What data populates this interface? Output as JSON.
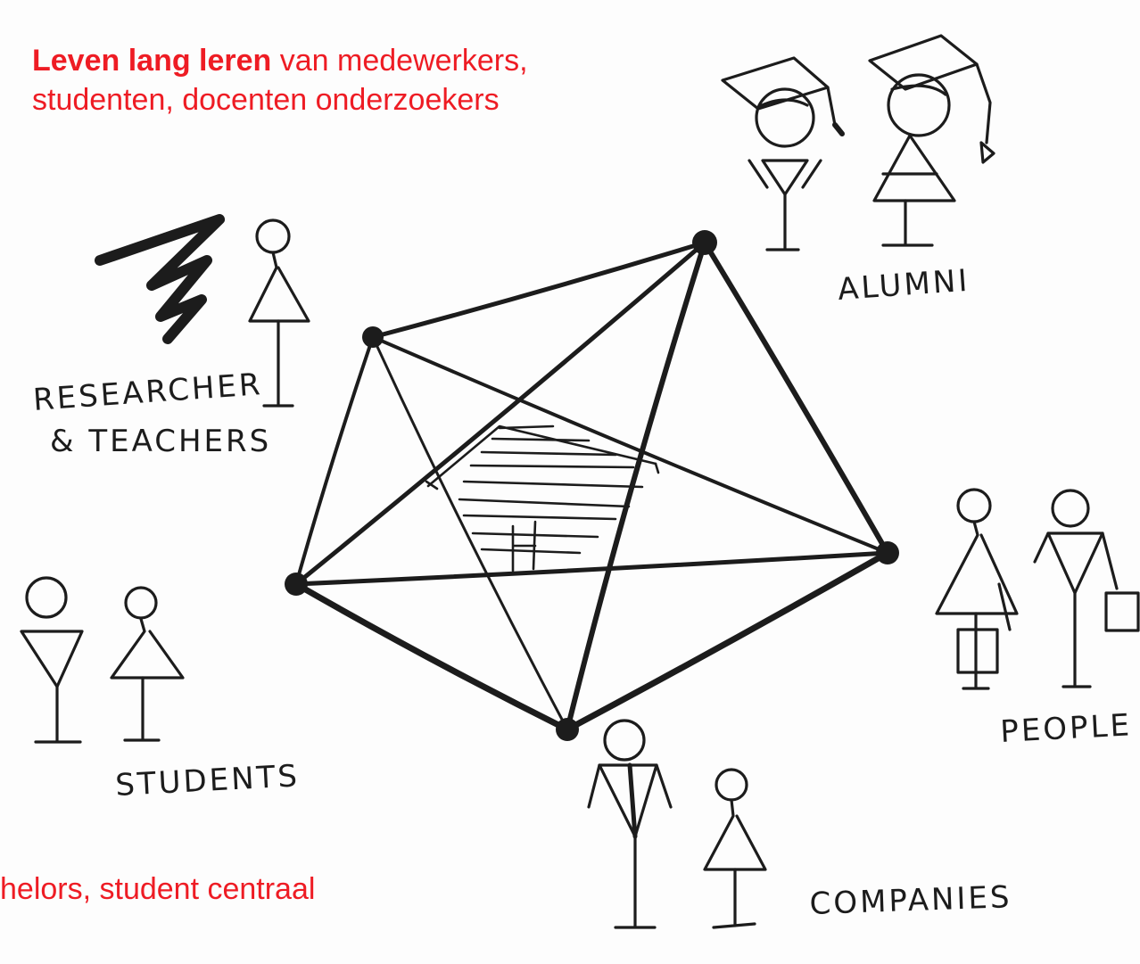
{
  "top_note": {
    "bold": "Leven lang leren",
    "line1_rest": " van medewerkers,",
    "line2": "studenten, docenten onderzoekers"
  },
  "bottom_note": "helors, student centraal",
  "labels": {
    "alumni": "ALUMNI",
    "researcher_line1": "RESEARCHER",
    "researcher_line2": "& TEACHERS",
    "people": "PEOPLE",
    "students": "STUDENTS",
    "companies": "COMPANIES"
  },
  "colors": {
    "note_text": "#ee1c24",
    "ink": "#1c1c1c"
  }
}
